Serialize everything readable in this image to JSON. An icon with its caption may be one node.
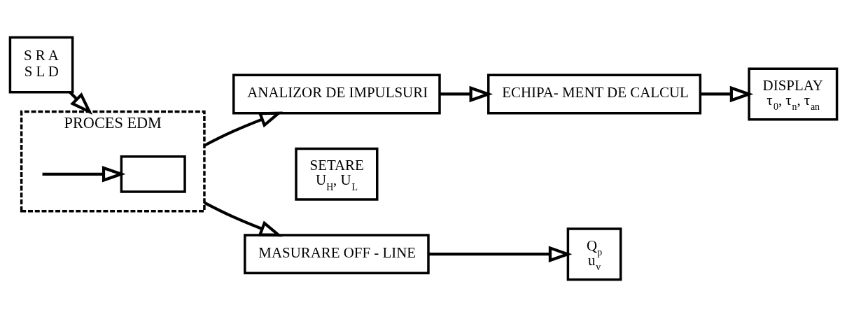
{
  "diagram": {
    "nodes": [
      {
        "text": [
          "S R A",
          "S L D"
        ]
      },
      {
        "text": [
          "PROCES EDM"
        ]
      },
      {
        "text": [],
        "shape": "box",
        "in": 1
      },
      {
        "text": [
          "ANALIZOR DE IMPULSURI"
        ]
      },
      {
        "text": [
          "SETARE",
          "U$_{H}$, U$_{L}$"
        ]
      },
      {
        "text": [
          "ECHIPA- MENT DE CALCUL"
        ]
      },
      {
        "text": [
          "DISPLAY",
          "τ$_{0}$, τ$_{n}$, τ$_{an}$"
        ]
      },
      {
        "text": [
          "MASURARE OFF - LINE"
        ]
      },
      {
        "text": [
          "Q$_{p}$",
          "u$_{v}$"
        ]
      }
    ],
    "edges": [
      {
        "from": 0,
        "to": 1,
        "arrow": "to"
      },
      {
        "from": null,
        "to": 2,
        "arrow": "to"
      },
      {
        "from": 1,
        "to": 3,
        "arrow": "to"
      },
      {
        "from": 3,
        "to": 5,
        "arrow": "to"
      },
      {
        "from": 5,
        "to": 6,
        "arrow": "to"
      },
      {
        "from": 1,
        "to": 7,
        "arrow": "to"
      },
      {
        "from": 7,
        "to": 8,
        "arrow": "to"
      }
    ]
  }
}
